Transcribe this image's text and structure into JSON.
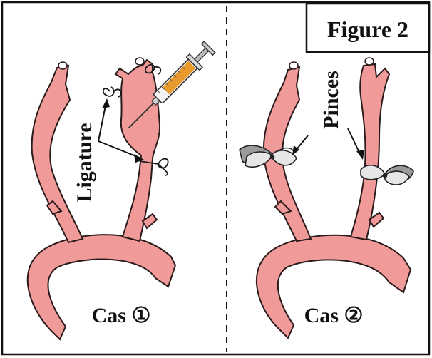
{
  "figure": {
    "title": "Figure 2",
    "panel_left": {
      "caption": "Cas ①",
      "annotation": "Ligature"
    },
    "panel_right": {
      "caption": "Cas ②",
      "annotation": "Pinces"
    }
  },
  "colors": {
    "vessel_fill": "#f19a9a",
    "vessel_stroke": "#2a1a1a",
    "syringe_liquid": "#e89a2c",
    "clamp_fill": "#e6e6e6",
    "clamp_dark": "#9a9a9a"
  }
}
